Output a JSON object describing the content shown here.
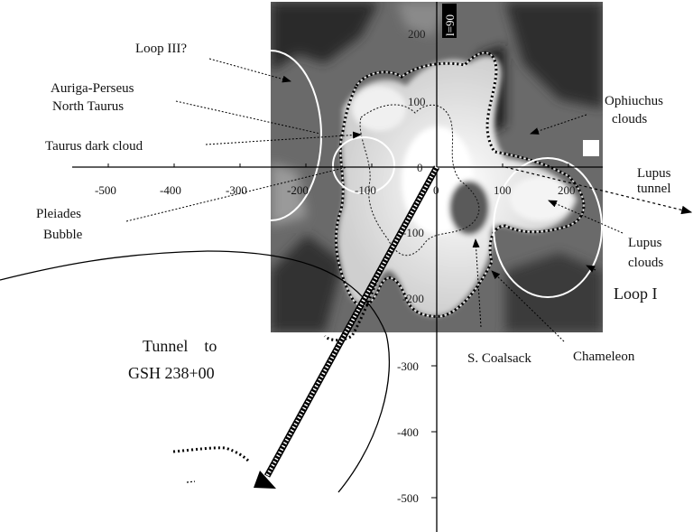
{
  "map": {
    "tag": "l=90",
    "labels": {
      "loop3": "Loop III?",
      "auriga1": "Auriga-Perseus",
      "auriga2": "North Taurus",
      "taurus": "Taurus dark cloud",
      "pleiades1": "Pleiades",
      "pleiades2": "Bubble",
      "ophiuchus1": "Ophiuchus",
      "ophiuchus2": "clouds",
      "lupus_tunnel1": "Lupus",
      "lupus_tunnel2": "tunnel",
      "lupus_clouds1": "Lupus",
      "lupus_clouds2": "clouds",
      "loop1": "Loop I",
      "tunnel1": "Tunnel    to",
      "tunnel2": "GSH 238+00",
      "coalsack": "S. Coalsack",
      "chameleon": "Chameleon"
    },
    "x_ticks": [
      "-500",
      "-400",
      "-300",
      "-200",
      "-100",
      "0",
      "100",
      "200"
    ],
    "y_ticks_inner": [
      "200",
      "100",
      "0",
      "-100",
      "-200"
    ],
    "y_ticks_outer": [
      "-300",
      "-400",
      "-500"
    ]
  }
}
